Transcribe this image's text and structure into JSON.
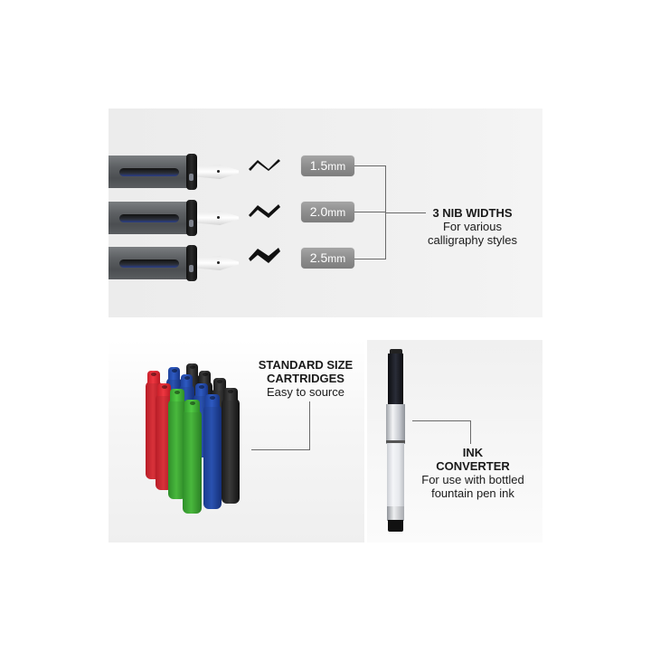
{
  "nib_section": {
    "nibs": [
      {
        "width_value": "1.5",
        "width_unit": "mm"
      },
      {
        "width_value": "2.0",
        "width_unit": "mm"
      },
      {
        "width_value": "2.5",
        "width_unit": "mm"
      }
    ],
    "caption_title": "3 NIB WIDTHS",
    "caption_line1": "For various",
    "caption_line2": "calligraphy styles"
  },
  "cartridge_section": {
    "caption_title_line1": "STANDARD SIZE",
    "caption_title_line2": "CARTRIDGES",
    "caption_subtitle": "Easy to source",
    "colors": [
      "red",
      "blue",
      "green",
      "black"
    ]
  },
  "converter_section": {
    "caption_title_line1": "INK",
    "caption_title_line2": "CONVERTER",
    "caption_line1": "For use with bottled",
    "caption_line2": "fountain pen ink"
  },
  "palette": {
    "badge_gray": "#8c8c8c",
    "grip_gray": "#5d6063",
    "line_gray": "#6a6a6a",
    "red": "#d8323a",
    "blue": "#2a52b0",
    "green": "#49b83d",
    "black": "#1a1a1a"
  }
}
